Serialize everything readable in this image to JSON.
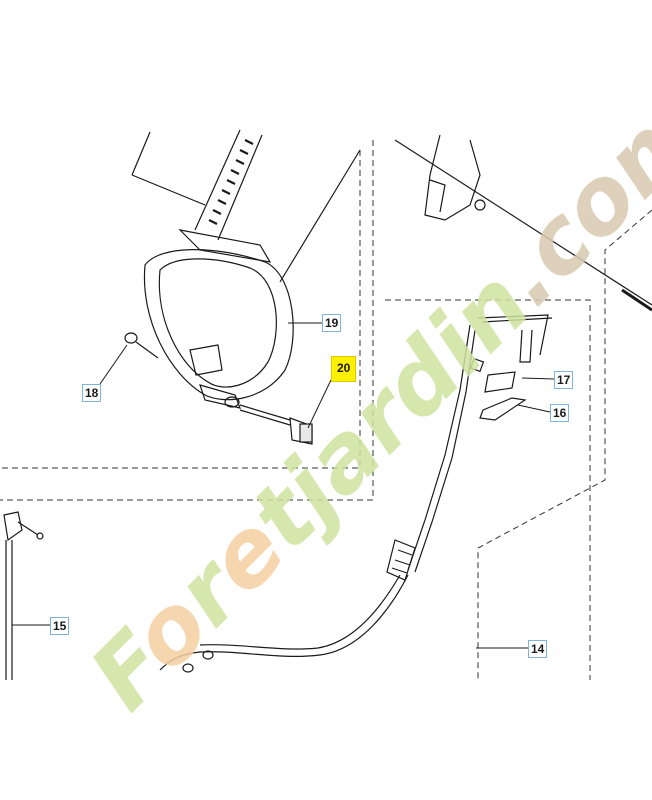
{
  "callouts": {
    "c14": "14",
    "c15": "15",
    "c16": "16",
    "c17": "17",
    "c18": "18",
    "c19": "19",
    "c20": "20"
  },
  "watermark": {
    "text": "Foretjardin.com",
    "colors": {
      "F": "#cfe3a1",
      "o": "#f4cfa0",
      "r": "#cfe3a1",
      "e": "#f4cfa0",
      "t": "#cfe3a1",
      "jardin": "#cfe3a1",
      "dotcom": "#d9c9b0"
    }
  },
  "colors": {
    "line": "#1a1a1a",
    "dash": "#333333",
    "highlight": "#fff000",
    "callout_border": "#7fb4e0"
  }
}
